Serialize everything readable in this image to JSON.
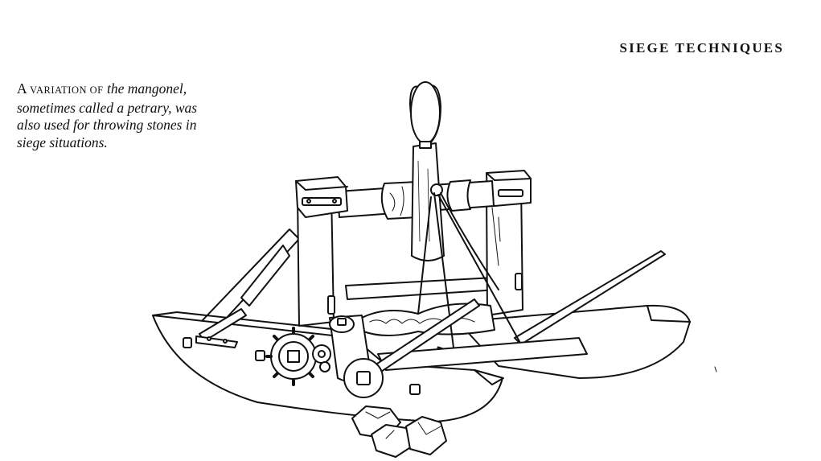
{
  "header": {
    "title": "SIEGE TECHNIQUES"
  },
  "caption": {
    "lead_initial": "A",
    "lead_smallcaps": "VARIATION OF",
    "rest": "the mangonel, sometimes called a petrary, was also used for throwing stones in siege situations."
  },
  "illustration": {
    "subject": "petrary"
  },
  "colors": {
    "ink": "#111111",
    "paper": "#ffffff"
  }
}
